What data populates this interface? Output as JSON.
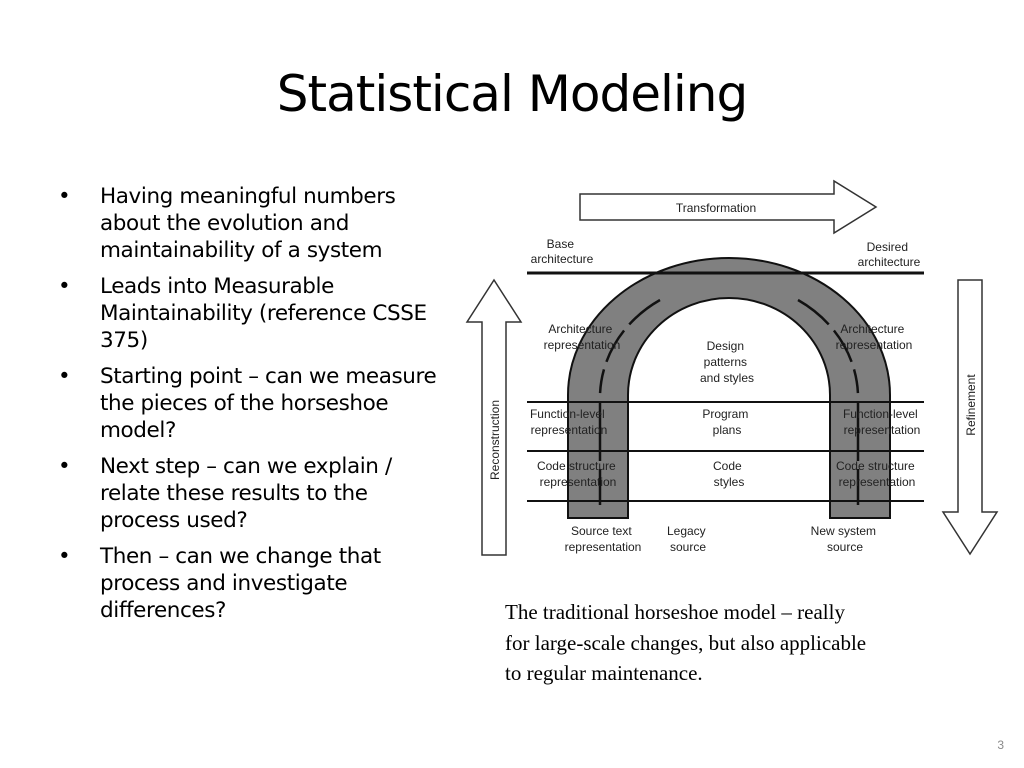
{
  "slide": {
    "title": "Statistical Modeling",
    "page_number": "3"
  },
  "bullets": [
    "Having meaningful numbers about the evolution and maintainability of a system",
    "Leads into Measurable Maintainability (reference CSSE 375)",
    "Starting point – can we measure the pieces of the horseshoe model?",
    "Next step – can we explain / relate these results to the process used?",
    "Then – can we change that process and investigate differences?"
  ],
  "bullet_symbol": "•",
  "diagram": {
    "top_arrow": "Transformation",
    "left_arrow": "Reconstruction",
    "right_arrow": "Refinement",
    "base_architecture": [
      "Base",
      "architecture"
    ],
    "desired_architecture": [
      "Desired",
      "architecture"
    ],
    "left_arch_rep": [
      "Architecture",
      "representation"
    ],
    "right_arch_rep": [
      "Architecture",
      "representation"
    ],
    "center_design": [
      "Design",
      "patterns",
      "and styles"
    ],
    "left_function": [
      "Function-level",
      "representation"
    ],
    "center_program": [
      "Program",
      "plans"
    ],
    "right_function": [
      "Function-level",
      "representation"
    ],
    "left_code": [
      "Code structure",
      "representation"
    ],
    "center_code": [
      "Code",
      "styles"
    ],
    "right_code": [
      "Code structure",
      "representation"
    ],
    "source_text": [
      "Source text",
      "representation"
    ],
    "legacy_source": [
      "Legacy",
      "source"
    ],
    "new_system_source": [
      "New system",
      "source"
    ],
    "colors": {
      "horseshoe": "#808080",
      "lines": "#111111"
    }
  },
  "caption": {
    "line1": "The traditional horseshoe model – really",
    "line2": "for large-scale changes, but also applicable",
    "line3": "to regular maintenance."
  }
}
